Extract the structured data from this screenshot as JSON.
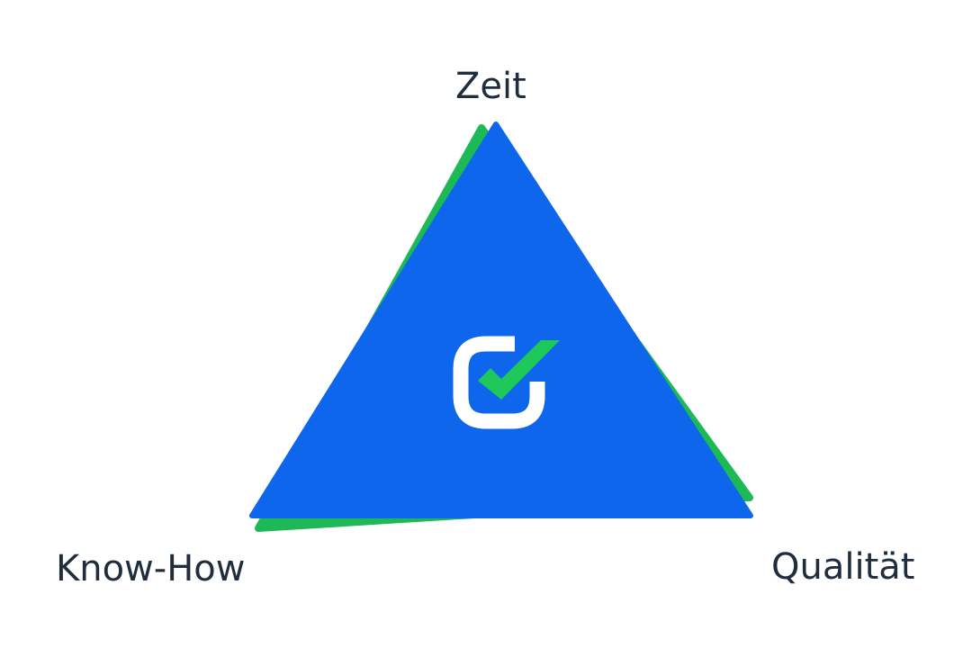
{
  "diagram": {
    "type": "triangle",
    "labels": {
      "top": "Zeit",
      "bottom_left": "Know-How",
      "bottom_right": "Qualität"
    },
    "center_icon": "checkmark-badge-icon",
    "colors": {
      "main_triangle": "#0d66ec",
      "shadow_triangle": "#1cb955",
      "check": "#1ec95a",
      "badge_outline": "#ffffff",
      "text": "#1f2d3d",
      "background": "#ffffff"
    }
  }
}
